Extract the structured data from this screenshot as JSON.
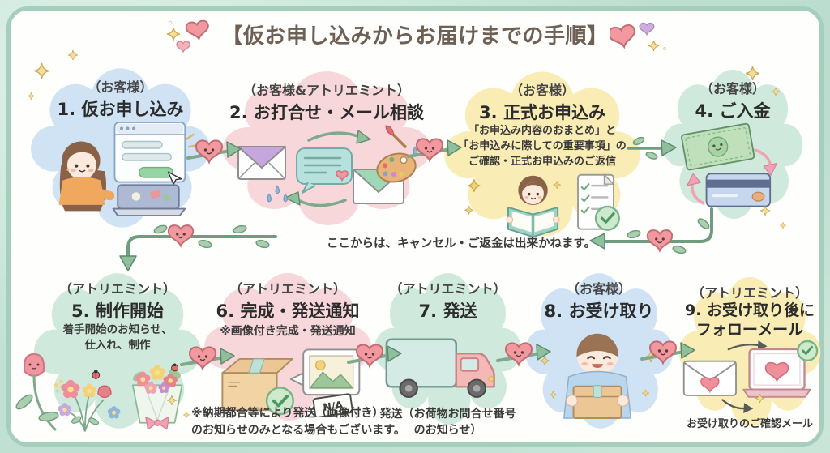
{
  "title": "【仮お申し込みからお届けまでの手順】",
  "divider": {
    "text": "ここからは、キャンセル・ご返金は出来かねます。"
  },
  "steps": [
    {
      "actor": "（お客様）",
      "title": "1. 仮お申し込み"
    },
    {
      "actor": "（お客様&アトリエミント）",
      "title": "2. お打合せ・メール相談"
    },
    {
      "actor": "（お客様）",
      "title": "3. 正式お申込み",
      "notes": [
        "「お申込み内容のおまとめ」と",
        "「お申込みに際しての重要事項」の",
        "ご確認・正式お申込みのご返信"
      ]
    },
    {
      "actor": "（お客様）",
      "title": "4. ご入金"
    },
    {
      "actor": "（アトリエミント）",
      "title": "5. 制作開始",
      "notes": [
        "着手開始のお知らせ、",
        "仕入れ、制作"
      ]
    },
    {
      "actor": "（アトリエミント）",
      "title": "6. 完成・発送通知",
      "note": "※画像付き完成・発送通知",
      "badge": "N/A",
      "footnotes": [
        "※納期都合等により発送（画像付き）",
        "のお知らせのみとなる場合もございます。"
      ]
    },
    {
      "actor": "（アトリエミント）",
      "title": "7. 発送",
      "notes": [
        "発送（お荷物お問合せ番号",
        "のお知らせ）"
      ]
    },
    {
      "actor": "（お客様）",
      "title": "8. お受け取り"
    },
    {
      "actor": "（アトリエミント）",
      "title_line1": "9. お受け取り後に",
      "title_line2": "フォローメール",
      "note": "お受け取りのご確認メール"
    }
  ],
  "colors": {
    "background": "#c3e2d6",
    "panel_border": "#a5cebd",
    "cloud_blue": "#cfe3f4",
    "cloud_pink": "#f8d7db",
    "cloud_yellow": "#f9ecb4",
    "cloud_mint": "#cfeadd",
    "heart_pink": "#f2989f",
    "arrow_green": "#7fa98c",
    "title_text": "#6e6054",
    "body_text": "#2f2f2f"
  }
}
